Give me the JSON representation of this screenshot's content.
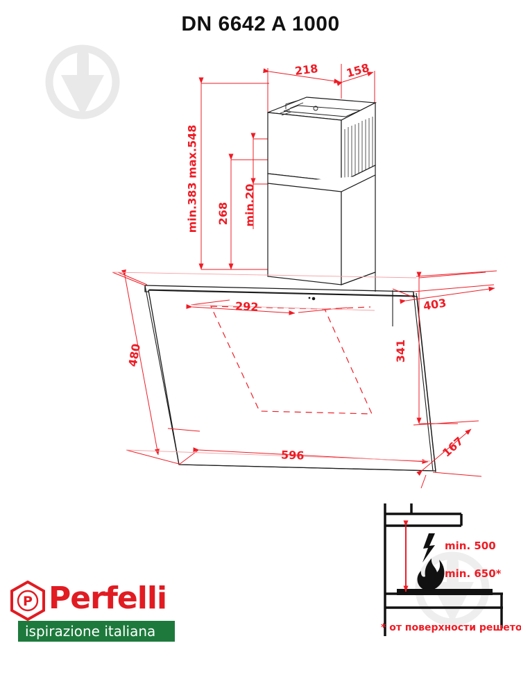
{
  "title": "DN 6642 A 1000",
  "brand": {
    "monogram": "P",
    "name": "Perfelli",
    "tagline": "ispirazione italiana",
    "logo_red": "#e11b22",
    "banner_green": "#1d7a3c"
  },
  "colors": {
    "dimension_red": "#ee1c25",
    "outline_black": "#1a1a1a",
    "watermark_gray": "#e8e8e8"
  },
  "dimensions": {
    "chimney_top_width": "218",
    "chimney_top_depth": "158",
    "chimney_height_range": "min.383 max.548",
    "chimney_lower_height": "268",
    "chimney_min_gap": "min.20",
    "canopy_top_inner": "292",
    "canopy_slant_height": "480",
    "canopy_width": "596",
    "canopy_depth_top": "403",
    "canopy_vertical": "341",
    "canopy_depth_bottom": "167"
  },
  "clearance": {
    "electric_label": "min. 500",
    "electric_icon": "lightning-bolt-icon",
    "gas_label": "min. 650*",
    "gas_icon": "flame-icon",
    "footnote": "* от поверхности решеток"
  }
}
